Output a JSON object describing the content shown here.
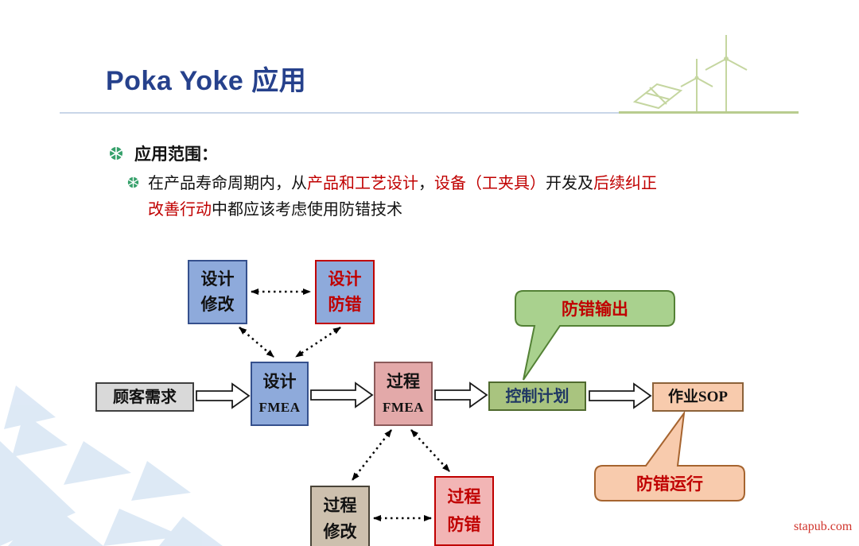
{
  "header": {
    "title": "Poka Yoke 应用"
  },
  "intro": {
    "heading": "应用范围：",
    "line1": [
      {
        "text": "在产品寿命周期内，从",
        "red": false
      },
      {
        "text": "产品和工艺设计",
        "red": true
      },
      {
        "text": "，",
        "red": false
      },
      {
        "text": "设备（工夹具）",
        "red": true
      },
      {
        "text": "开发及",
        "red": false
      },
      {
        "text": "后续纠正",
        "red": true
      }
    ],
    "line2": [
      {
        "text": "改善行动",
        "red": true
      },
      {
        "text": "中都应该考虑使用防错技术",
        "red": false
      }
    ]
  },
  "flowchart": {
    "design_change": {
      "line1": "设计",
      "line2": "修改"
    },
    "design_pokayoke": {
      "line1": "设计",
      "line2": "防错"
    },
    "customer_requirement": "顾客需求",
    "design_fmea": {
      "line1": "设计",
      "line2": "FMEA"
    },
    "process_fmea": {
      "line1": "过程",
      "line2": "FMEA"
    },
    "control_plan": "控制计划",
    "work_sop": "作业SOP",
    "callout_output": "防错输出",
    "callout_run": "防错运行",
    "process_change": {
      "line1": "过程",
      "line2": "修改"
    },
    "process_pokayoke": {
      "line1": "过程",
      "line2": "防错"
    }
  },
  "colors": {
    "title_blue": "#26418C",
    "emphasis_red": "#C00000",
    "blue_box": "#8EAADB",
    "pink_box": "#E3A9A9",
    "green_box": "#A9C47F",
    "peach_box": "#F8CBAD",
    "tan_box": "#CDC0AE",
    "light_pink_box": "#F2B5B5",
    "gray_box": "#D9D9D9",
    "green_callout": "#A9D18E",
    "peach_callout": "#F8CBAD",
    "bullet_green": "#35A06A",
    "deco_green": "#C5D6A0",
    "deco_blue": "#DAE7F5"
  },
  "watermark": "stapub.com"
}
